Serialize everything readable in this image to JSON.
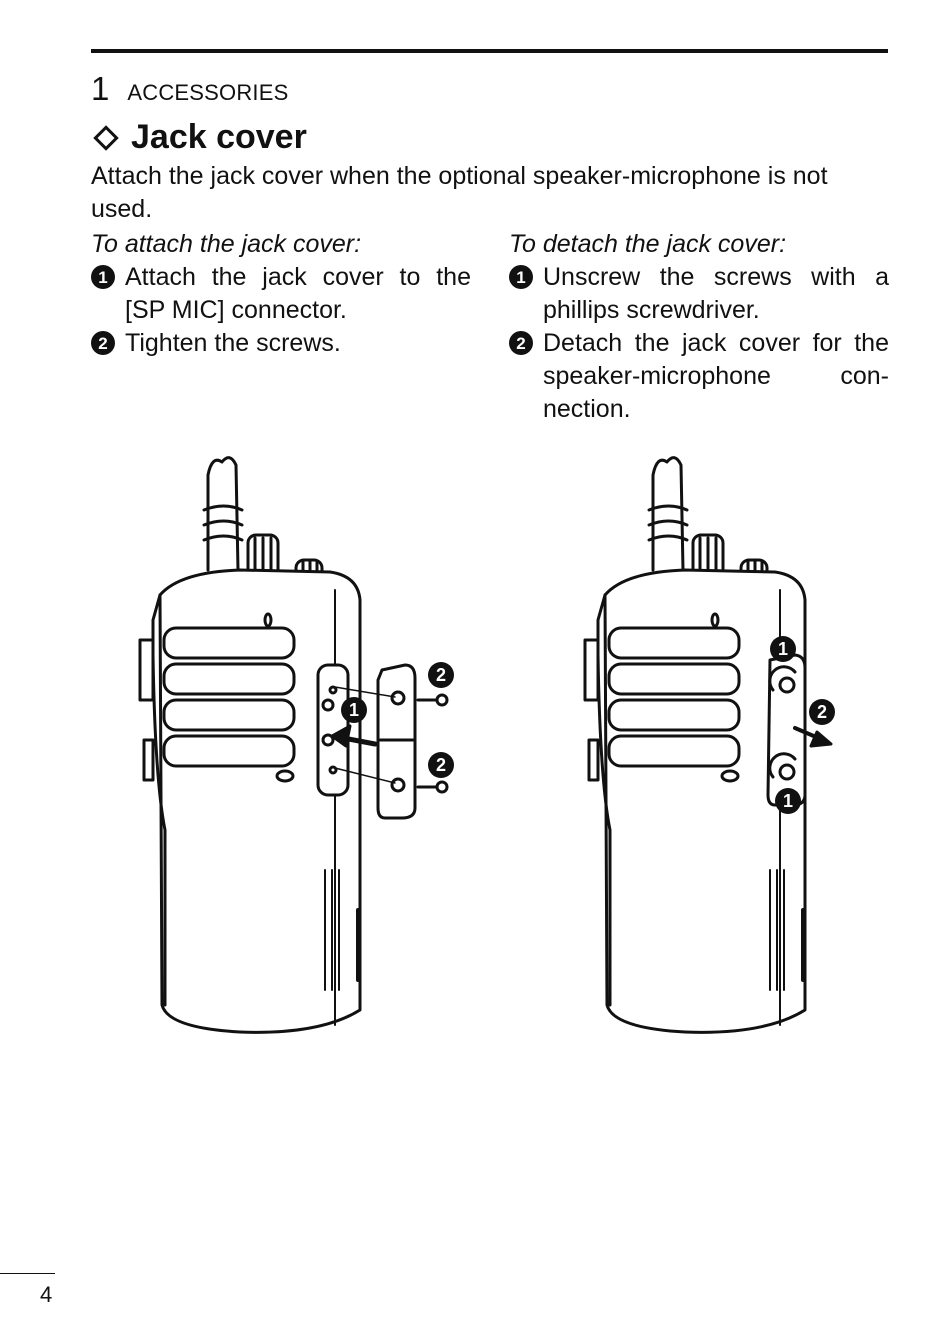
{
  "header": {
    "chapter_number": "1",
    "chapter_title": "ACCESSORIES"
  },
  "section": {
    "heading": "Jack cover",
    "intro": "Attach the jack cover when the optional speaker-microphone is not used."
  },
  "attach": {
    "title": "To attach the jack cover:",
    "steps": [
      {
        "num": "1",
        "text": "Attach the jack cover to the [SP MIC] connector."
      },
      {
        "num": "2",
        "text": "Tighten the screws."
      }
    ]
  },
  "detach": {
    "title": "To detach the jack cover:",
    "steps": [
      {
        "num": "1",
        "text": "Unscrew the screws with a phillips screwdriver."
      },
      {
        "num": "2",
        "text": "Detach the jack cover for the speaker-microphone con-nection."
      }
    ]
  },
  "figures": {
    "attach_callouts": [
      "2",
      "1",
      "2"
    ],
    "detach_callouts": [
      "1",
      "2",
      "1"
    ]
  },
  "footer": {
    "page_number": "4"
  }
}
